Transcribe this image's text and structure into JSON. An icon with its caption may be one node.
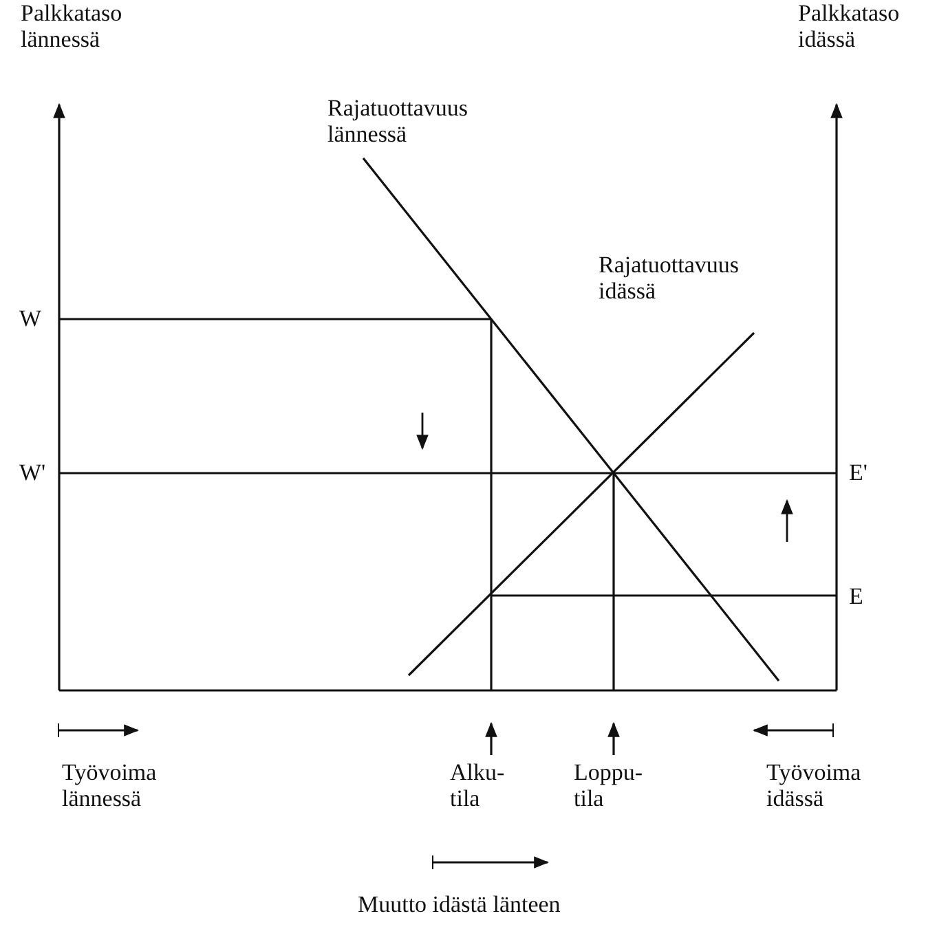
{
  "diagram": {
    "nodes": [
      {
        "text": [
          "Alku- tila"
        ]
      },
      {
        "text": [
          "Loppu- tila"
        ]
      }
    ],
    "edges": [
      {
        "from": 0,
        "to": null,
        "arrow": "to"
      },
      {
        "from": 1,
        "to": null,
        "arrow": "to"
      }
    ],
    "labels": [
      "Palkkataso lännessä",
      "Palkkataso idässä",
      "Rajatuottavuus lännessä",
      "Rajatuottavuus idässä",
      "W",
      "W'",
      "E'",
      "E",
      "Työvoima lännessä",
      "Työvoima idässä",
      "Muutto idästä länteen"
    ]
  }
}
